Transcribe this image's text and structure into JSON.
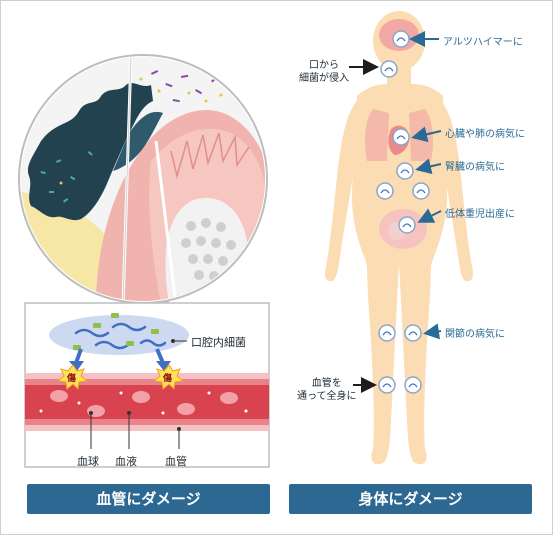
{
  "left": {
    "bacteria_label": "口腔内細菌",
    "damage_char": "傷",
    "blood_labels": [
      "血球",
      "血液",
      "血管"
    ],
    "caption": "血管にダメージ"
  },
  "right": {
    "entry_label": "口から\n細菌が侵入",
    "spread_label": "血管を\n通って全身に",
    "diseases": [
      "アルツハイマーに",
      "心臓や肺の病気に",
      "腎臓の病気に",
      "低体重児出産に",
      "関節の病気に"
    ],
    "caption": "身体にダメージ"
  },
  "colors": {
    "caption_bg": "#2c6891",
    "arrow_blue": "#2a6a96",
    "vessel_red": "#d9434f",
    "body_skin": "#fbdcb3",
    "gum_pink": "#f3b3b0",
    "plaque_dark": "#23424f"
  }
}
